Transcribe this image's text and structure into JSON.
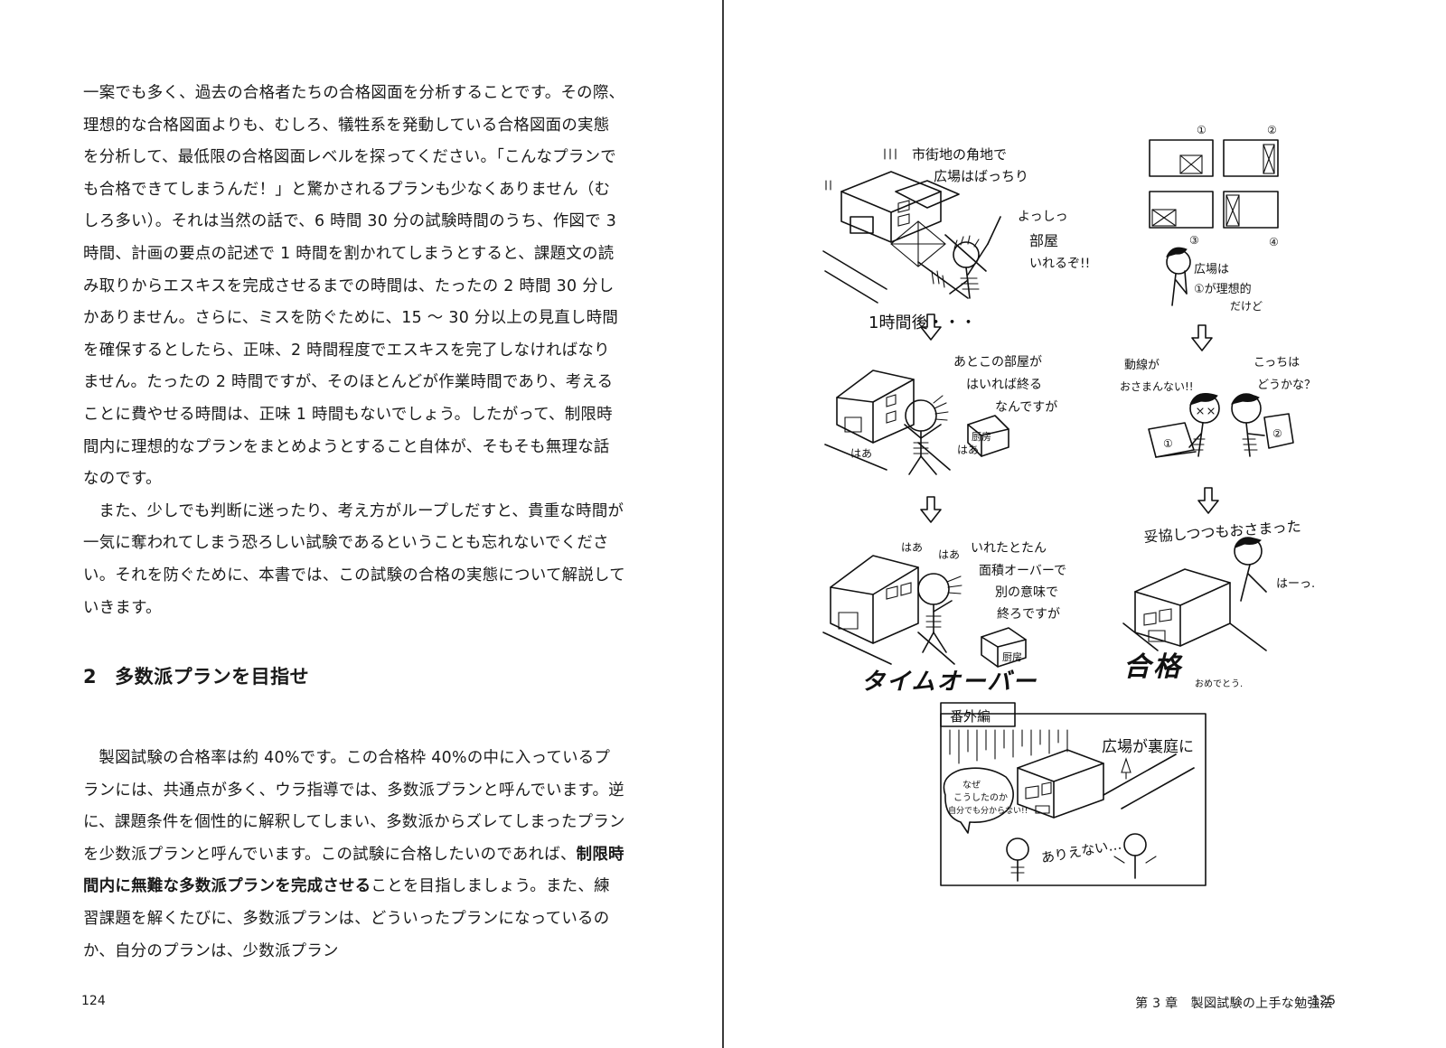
{
  "left_page": {
    "paragraph1": [
      "一案でも多く、過去の合格者たちの合格図面を分析することです。その際、理想的な合格図面よりも、むしろ、犠牲系を発動している合格図面の実態を分析して、最低限の合格図面レベルを探ってください。「こんなプランでも合格できてしまうんだ！」と驚かされるプランも少なくありません（むしろ多い）。それは当然の話で、6 時間 30 分の試験時間のうち、作図で 3 時間、計画の要点の記述で 1 時間を割かれてしまうとすると、課題文の読み取りからエスキスを完成させるまでの時間は、たったの 2 時間 30 分しかありません。さらに、ミスを防ぐために、15 ～ 30 分以上の見直し時間を確保するとしたら、正味、2 時間程度でエスキスを完了しなければなりません。たったの 2 時間ですが、そのほとんどが作業時間であり、考えることに費やせる時間は、正味 1 時間もないでしょう。したがって、制限時間内に理想的なプランをまとめようとすること自体が、そもそも無理な話なのです。",
      "また、少しでも判断に迷ったり、考え方がループしだすと、貴重な時間が一気に奪われてしまう恐ろしい試験であるということも忘れないでください。それを防ぐために、本書では、この試験の合格の実態について解説していきます。"
    ],
    "section": {
      "number": "2",
      "title": "多数派プランを目指せ"
    },
    "paragraph2": {
      "before_bold": "製図試験の合格率は約 40%です。この合格枠 40%の中に入っているプランには、共通点が多く、ウラ指導では、多数派プランと呼んでいます。逆に、課題条件を個性的に解釈してしまい、多数派からズレてしまったプランを少数派プランと呼んでいます。この試験に合格したいのであれば、",
      "bold": "制限時間内に無難な多数派プランを完成させる",
      "after_bold": "ことを目指しましょう。また、練習課題を解くたびに、多数派プランは、どういったプランになっているのか、自分のプランは、少数派プラン"
    },
    "page_number": "124"
  },
  "right_page": {
    "running_head": "第 3 章　製図試験の上手な勉強法",
    "page_number": "125",
    "illustration": {
      "left_column": {
        "top_caption_1": "市街地の角地で",
        "top_caption_2": "広場はばっちり",
        "speech_1": [
          "よっしっ",
          "部屋",
          "いれるぞ!!"
        ],
        "time_label": "1時間後・・・",
        "thought_2": [
          "あとこの部屋が",
          "はいれば終る",
          "なんですが"
        ],
        "room_label": "厨房",
        "sigh_1": "はあ",
        "sigh_2": "はあ",
        "thought_3_sighs": [
          "はあ",
          "はあ"
        ],
        "thought_3": [
          "いれたとたん",
          "面積オーバーで",
          "別の意味で",
          "終ろですが"
        ],
        "room_label_2": "厨房",
        "time_over": "タイムオーバー"
      },
      "right_column": {
        "thought_1": [
          "広場は",
          "①が理想的",
          "だけど"
        ],
        "circle_labels": [
          "①",
          "②",
          "③",
          "④"
        ],
        "speech_a": [
          "動線が",
          "おさまんない!!"
        ],
        "speech_b": [
          "こっちは",
          "どうかな？"
        ],
        "laptop_labels": [
          "①",
          "②"
        ],
        "compromise": "妥協しつつもおさまった",
        "relief": "はーっ.",
        "pass": "合格",
        "congrats": "おめでとう."
      },
      "bonus": {
        "tag": "番外編",
        "caption": "広場が裏庭に",
        "bubble": [
          "なぜ",
          "こうしたのか",
          "自分でも分からない!!"
        ],
        "reaction": "ありえない…"
      }
    }
  }
}
